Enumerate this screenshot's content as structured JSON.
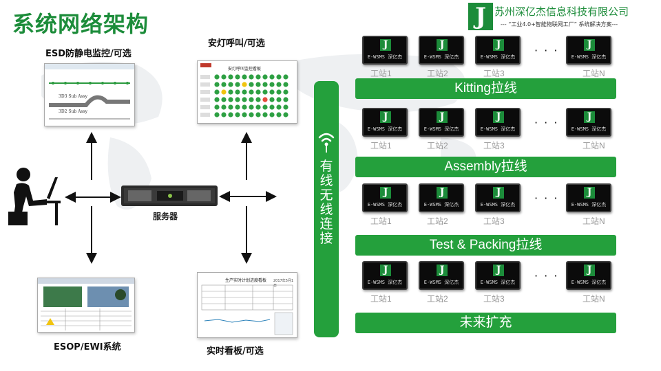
{
  "title": "系统网络架构",
  "company": {
    "logo_letter": "J",
    "name": "苏州深亿杰信息科技有限公司",
    "slogan": "--- “工业4.0+智能物联网工厂” 系统解决方案---"
  },
  "modules": {
    "esd": "ESD防静电监控/可选",
    "andon": "安灯呼叫/可选",
    "server": "服务器",
    "esop": "ESOP/EWI系统",
    "board": "实时看板/可选"
  },
  "esd_panel": {
    "line1": "3D3 Sub Assy",
    "line2": "3D2 Sub Assy"
  },
  "andon_panel": {
    "header": "安灯呼叫监控看板"
  },
  "board_panel": {
    "header": "生产实时计划进度看板",
    "date": "2017年5月1日"
  },
  "network": {
    "label": "有线 无线连接",
    "wifi_icon": "wifi-icon"
  },
  "terminal": {
    "logo_letter": "J",
    "text": "E-WSMS 深亿杰"
  },
  "lines": [
    {
      "name": "Kitting拉线",
      "stations": [
        "工站1",
        "工站2",
        "工站3",
        "工站N"
      ],
      "ellipsis": "· · ·"
    },
    {
      "name": "Assembly拉线",
      "stations": [
        "工站1",
        "工站2",
        "工站3",
        "工站N"
      ],
      "ellipsis": "· · ·"
    },
    {
      "name": "Test & Packing拉线",
      "stations": [
        "工站1",
        "工站2",
        "工站3",
        "工站N"
      ],
      "ellipsis": "· · ·"
    },
    {
      "name": "未来扩充",
      "stations": [
        "工站1",
        "工站2",
        "工站3",
        "工站N"
      ],
      "ellipsis": "· · ·"
    }
  ],
  "colors": {
    "brand_green": "#24a03c",
    "title_green": "#1c8c3a"
  }
}
